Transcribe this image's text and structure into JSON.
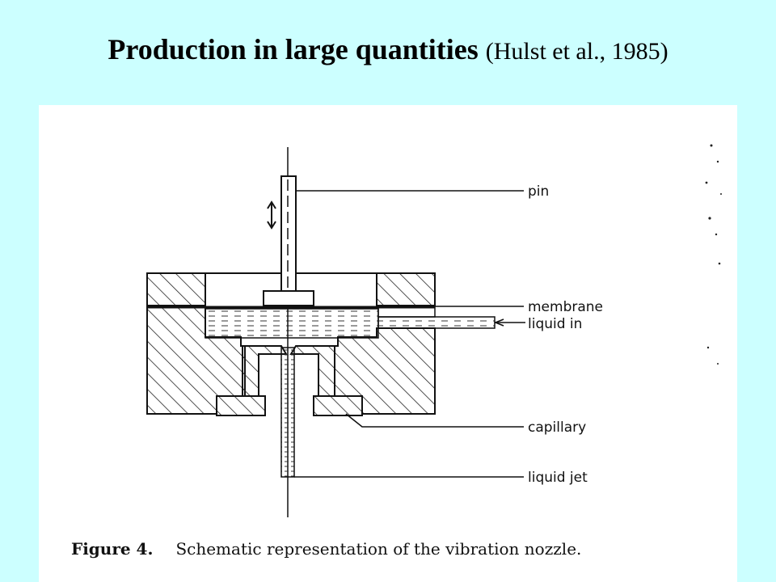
{
  "slide": {
    "title": "Production in large quantities",
    "citation": "(Hulst et al., 1985)",
    "background_color": "#ccffff"
  },
  "figure": {
    "labels": {
      "pin": "pin",
      "membrane": "membrane",
      "liquid_in": "liquid in",
      "capillary": "capillary",
      "liquid_jet": "liquid jet"
    },
    "caption_number": "Figure 4.",
    "caption_text": "Schematic representation of the vibration nozzle."
  }
}
